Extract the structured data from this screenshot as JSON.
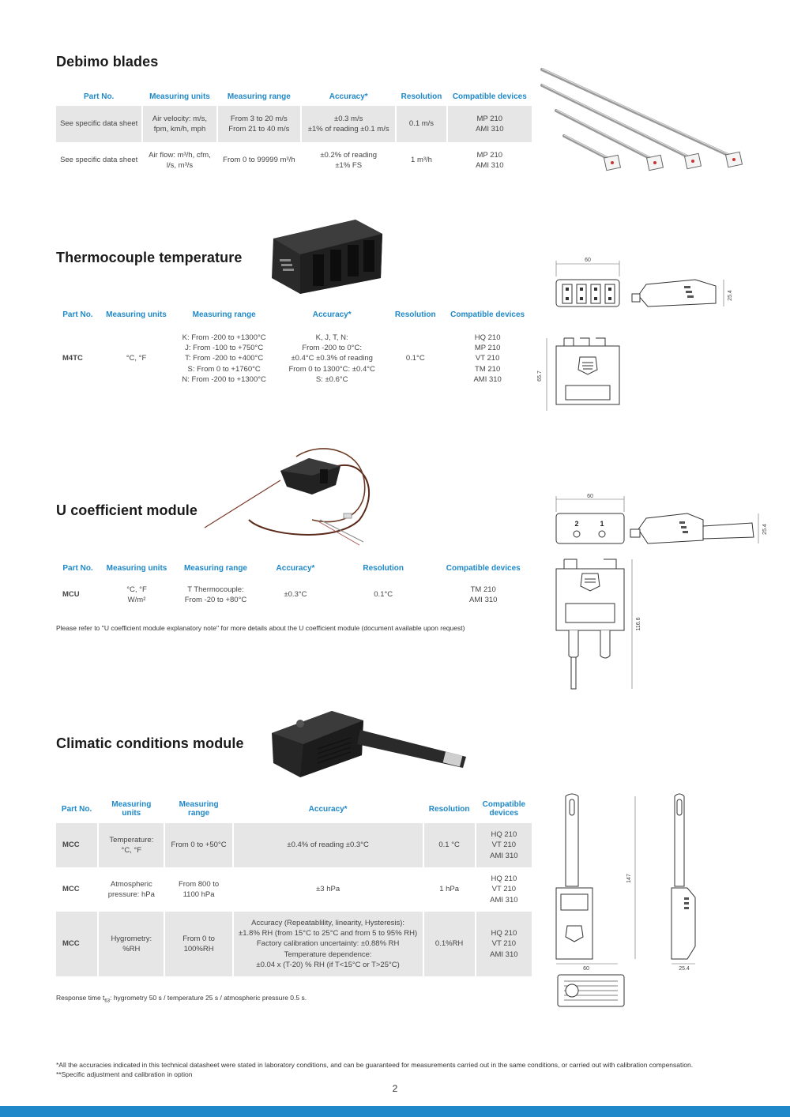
{
  "debimo": {
    "title": "Debimo blades",
    "headers": [
      "Part No.",
      "Measuring units",
      "Measuring range",
      "Accuracy*",
      "Resolution",
      "Compatible devices"
    ],
    "rows": [
      [
        "See specific data sheet",
        "Air velocity: m/s,\nfpm, km/h, mph",
        "From 3 to 20 m/s\nFrom 21 to 40 m/s",
        "±0.3 m/s\n±1% of reading ±0.1 m/s",
        "0.1 m/s",
        "MP 210\nAMI 310"
      ],
      [
        "See specific data sheet",
        "Air flow: m³/h, cfm,\nl/s, m³/s",
        "From 0 to 99999 m³/h",
        "±0.2% of reading\n±1% FS",
        "1 m³/h",
        "MP 210\nAMI 310"
      ]
    ]
  },
  "thermocouple": {
    "title": "Thermocouple temperature",
    "headers": [
      "Part No.",
      "Measuring units",
      "Measuring range",
      "Accuracy*",
      "Resolution",
      "Compatible devices"
    ],
    "rows": [
      [
        "M4TC",
        "°C, °F",
        "K: From -200 to +1300°C\nJ: From -100 to +750°C\nT: From -200 to +400°C\nS: From 0 to +1760°C\nN: From -200 to +1300°C",
        "K, J, T, N:\nFrom -200 to 0°C:\n±0.4°C ±0.3% of reading\nFrom 0 to 1300°C: ±0.4°C\nS: ±0.6°C",
        "0.1°C",
        "HQ 210\nMP 210\nVT 210\nTM  210\nAMI 310"
      ]
    ],
    "dims": {
      "width": "60",
      "height": "25.4",
      "depth": "65.7"
    }
  },
  "ucoef": {
    "title": "U coefficient module",
    "headers": [
      "Part No.",
      "Measuring units",
      "Measuring range",
      "Accuracy*",
      "Resolution",
      "Compatible devices"
    ],
    "rows": [
      [
        "MCU",
        "°C, °F\nW/m²",
        "T Thermocouple:\nFrom -20 to +80°C",
        "±0.3°C",
        "0.1°C",
        "TM  210\nAMI 310"
      ]
    ],
    "note": "Please refer to ''U coefficient module explanatory note'' for more details about the U coefficient module (document available upon request)",
    "dims": {
      "width": "60",
      "height": "25.4",
      "depth": "116.6",
      "port1": "1",
      "port2": "2"
    }
  },
  "climatic": {
    "title": "Climatic conditions module",
    "headers": [
      "Part No.",
      "Measuring\nunits",
      "Measuring\nrange",
      "Accuracy*",
      "Resolution",
      "Compatible\ndevices"
    ],
    "rows": [
      [
        "MCC",
        "Temperature:\n°C, °F",
        "From 0 to +50°C",
        "±0.4% of reading ±0.3°C",
        "0.1 °C",
        "HQ 210\nVT 210\nAMI 310"
      ],
      [
        "MCC",
        "Atmospheric\npressure: hPa",
        "From 800 to\n1100 hPa",
        "±3 hPa",
        "1 hPa",
        "HQ 210\nVT 210\nAMI 310"
      ],
      [
        "MCC",
        "Hygrometry:\n%RH",
        "From 0 to\n100%RH",
        "Accuracy (Repeatablility, linearity, Hysteresis):\n±1.8% RH (from 15°C to 25°C and from 5 to 95% RH)\nFactory calibration uncertainty: ±0.88% RH\nTemperature dependence:\n±0.04 x (T-20) % RH (if T<15°C or T>25°C)",
        "0.1%RH",
        "HQ 210\nVT 210\nAMI 310"
      ]
    ],
    "response_prefix": "Response time t",
    "response_sub": "63",
    "response_suffix": ": hygrometry 50 s / temperature 25 s / atmospheric pressure 0.5 s.",
    "dims": {
      "height": "147",
      "width": "60",
      "depth": "25.4"
    }
  },
  "footnote1": "*All the accuracies indicated in this technical datasheet were stated in laboratory conditions, and can be guaranteed for measurements carried out in the same conditions, or carried out with calibration compensation.",
  "footnote2": "**Specific adjustment and calibration in option",
  "page_number": "2",
  "colors": {
    "accent": "#1e88c8",
    "row_shade": "#e6e6e6"
  }
}
